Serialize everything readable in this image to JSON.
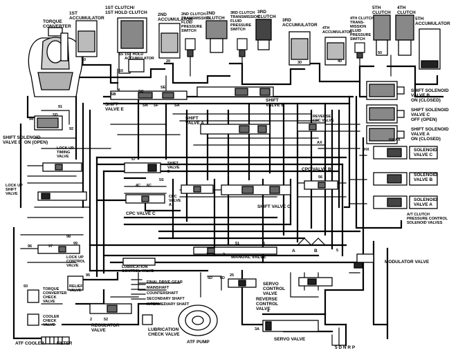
{
  "labels": {
    "torque_converter": "TORQUE\nCONVERTER",
    "acc_1st": "1ST\nACCUMULATOR",
    "clutch_1st_hold": "1ST CLUTCH/\n1ST HOLD CLUTCH",
    "acc_2nd": "2ND\nACCUMULATOR",
    "sw_2nd_pressure": "2ND CLUTCH\nTRANSMISSION\nFLUID\nPRESSURE\nSWITCH",
    "clutch_2nd": "2ND\nCLUTCH",
    "sw_3rd_pressure": "3RD CLUTCH\nTRANSMISSION\nFLUID\nPRESSURE\nSWITCH",
    "clutch_3rd": "3RD\nCLUTCH",
    "acc_3rd": "3RD\nACCUMULATOR",
    "acc_4th": "4TH\nACCUMULATOR",
    "clutch_5th": "5TH\nCLUTCH",
    "clutch_4th": "4TH\nCLUTCH",
    "sw_4th_pressure": "4TH CLUTCH\nTRANS-\nMISSION\nFLUID\nPRESSURE\nSWITCH",
    "acc_5th": "5TH\nACCUMULATOR",
    "acc_1st_hold": "1ST HOLD\nACCUMULATOR",
    "shift_valve_e": "SHIFT\nVALVE E",
    "shift_valve_b": "SHIFT\nVALVE B",
    "ssv_b": "SHIFT SOLENOID\nVALVE B\nON (CLOSED)",
    "ssv_c": "SHIFT SOLENOID\nVALVE C\nOFF (OPEN)",
    "ssv_a": "SHIFT SOLENOID\nVALVE A\nON (CLOSED)",
    "shift_valve_a": "SHIFT\nVALVE A",
    "reverse_cpc_valve": "REVERSE\nCPC VALVE",
    "ssv_d": "SHIFT SOLENOID\nVALVE D  ON (OPEN)",
    "lockup_timing_valve": "LOCK UP\nTIMING\nVALVE",
    "shift_valve_d": "SHIFT\nVALVE\nD",
    "cpc_valve_b": "CPC VALVE B",
    "solenoid_c": "SOLENOID\nVALVE C",
    "solenoid_b": "SOLENOID\nVALVE B",
    "solenoid_a": "SOLENOID\nVALVE A",
    "at_clutch_pcsv": "A/T CLUTCH\nPRESSURE CONTROL\nSOLENOID VALVES",
    "lockup_shift_valve": "LOCK UP\nSHIFT\nVALVE",
    "cpc_valve_c": "CPC VALVE C",
    "cpc_valve_a": "CPC\nVALVE\nA",
    "shift_valve_c": "SHIFT VALVE C",
    "lockup_control_valve": "LOCK UP\nCONTROL\nVALVE",
    "lubrication_control_valve": "LUBRICATION\nCONTROL VALVE",
    "manual_valve": "MANUAL VALVE",
    "modulator_valve": "MODULATOR VALVE",
    "relief_valve": "RELIEF\nVALVE",
    "tc_check_valve": "TORQUE\nCONVERTER\nCHECK\nVALVE",
    "cooler_check_valve": "COOLER\nCHECK\nVALVE",
    "final_drive_gear": "FINAL DRIVE GEAR",
    "mainshaft": "MAINSHAFT",
    "countershaft": "COUNTERSHAFT",
    "secondary_shaft": "SECONDARY SHAFT",
    "intermediary_shaft": "INTERMEDIARY SHAFT",
    "servo_control_valve": "SERVO\nCONTROL\nVALVE",
    "reverse_control_valve": "REVERSE\nCONTROL\nVALVE",
    "regulator_valve": "REGULATOR\nVALVE",
    "lubrication_check_valve": "LUBRICATION\nCHECK VALVE",
    "atf_pump": "ATF PUMP",
    "servo_valve": "SERVO VALVE",
    "atf_cooler": "ATF COOLER",
    "filter": "FILTER",
    "manual_positions": "5 D N R P",
    "line_a": "A",
    "line_b": "B",
    "hx": "HX",
    "hx_ax": "HX AX",
    "ax": "AX",
    "x": "X"
  },
  "ports": {
    "p10": "10",
    "p15": "15",
    "p16": "16",
    "p20": "20",
    "p30": "30",
    "p40": "40",
    "p50": "50",
    "p91": "91",
    "p92": "92",
    "p93": "93",
    "p94": "94",
    "p95": "95",
    "p96": "96",
    "p97": "97",
    "p98": "98",
    "p99": "99",
    "p57": "57",
    "p56": "56",
    "p1": "1",
    "p2": "2",
    "p3": "3",
    "p4": "4",
    "p5": "5",
    "p6": "6",
    "p25": "25",
    "p51": "51",
    "p52": "52",
    "p3a": "3A",
    "p5d": "5D",
    "p6d": "6D",
    "sb": "SB",
    "sc": "SC",
    "sd": "SD",
    "se": "SE",
    "sa": "SA",
    "sn": "SN",
    "sf": "SF",
    "s5": "5S",
    "s4c": "4C",
    "s6c": "6C"
  },
  "colors": {
    "line": "#000000",
    "paper": "#ffffff",
    "shade": "#6e6e6e"
  }
}
